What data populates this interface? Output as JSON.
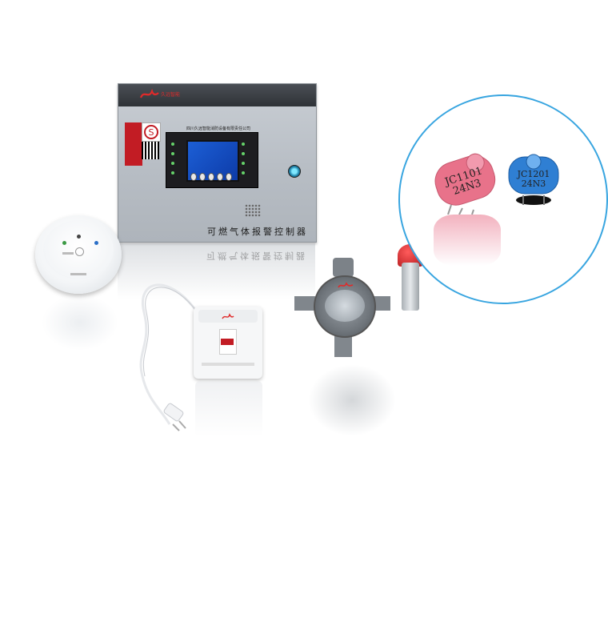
{
  "controller": {
    "brand": "久远智能",
    "company": "四川久远智能消防设备有限责任公司",
    "title": "可燃气体报警控制器"
  },
  "sensors": {
    "pink": {
      "model": "JC1101",
      "code": "24N3"
    },
    "blue": {
      "model": "JC1201",
      "code": "24N3"
    }
  },
  "colors": {
    "accent": "#c21c24",
    "inset_ring": "#38a5e0",
    "sensor_pink": "#e8728a",
    "sensor_blue": "#2f7fd3"
  }
}
